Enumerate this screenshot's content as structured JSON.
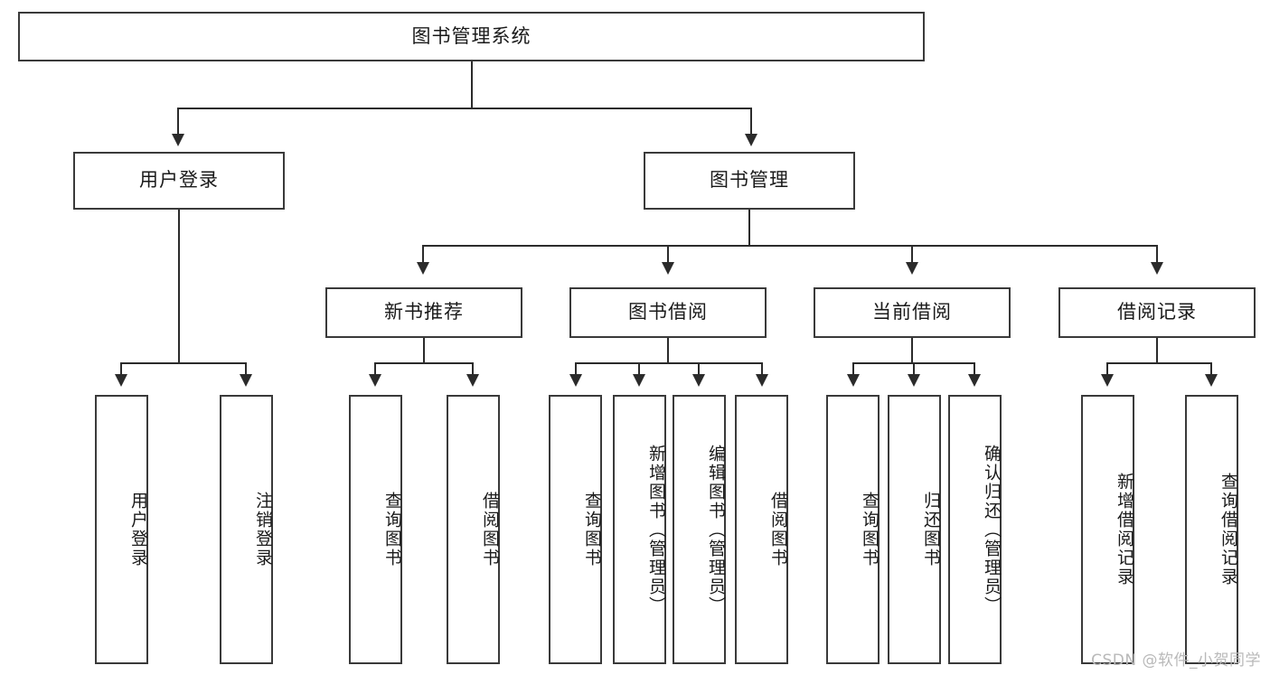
{
  "diagram": {
    "type": "tree-hierarchy",
    "title": "图书管理系统",
    "root": {
      "label": "图书管理系统"
    },
    "level2": [
      {
        "label": "用户登录"
      },
      {
        "label": "图书管理"
      }
    ],
    "level3": [
      {
        "label": "新书推荐"
      },
      {
        "label": "图书借阅"
      },
      {
        "label": "当前借阅"
      },
      {
        "label": "借阅记录"
      }
    ],
    "leaves_user_login": [
      {
        "label": "用户登录"
      },
      {
        "label": "注销登录"
      }
    ],
    "leaves_new_book": [
      {
        "label": "查询图书"
      },
      {
        "label": "借阅图书"
      }
    ],
    "leaves_borrow": [
      {
        "label": "查询图书"
      },
      {
        "label": "新增图书（管理员）"
      },
      {
        "label": "编辑图书（管理员）"
      },
      {
        "label": "借阅图书"
      }
    ],
    "leaves_current": [
      {
        "label": "查询图书"
      },
      {
        "label": "归还图书"
      },
      {
        "label": "确认归还（管理员）"
      }
    ],
    "leaves_record": [
      {
        "label": "新增借阅记录"
      },
      {
        "label": "查询借阅记录"
      }
    ],
    "watermark": "CSDN @软件_小贺同学",
    "colors": {
      "box_border": "#3a3a3a",
      "connector": "#2b2b2b",
      "background": "#ffffff",
      "text": "#1a1a1a",
      "watermark": "#b9b9b9"
    }
  }
}
